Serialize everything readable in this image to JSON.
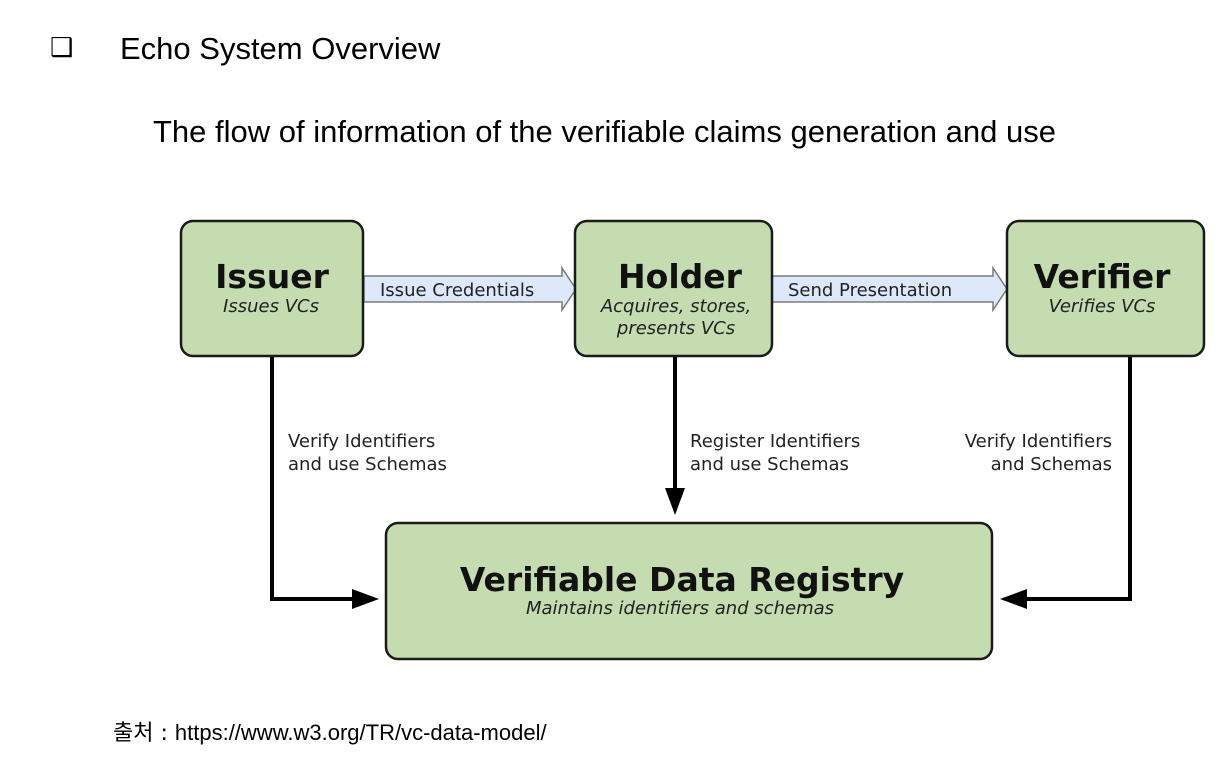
{
  "heading": {
    "bullet": "❑",
    "text": "Echo System Overview"
  },
  "subtitle": "The flow of information of the verifiable claims generation and use",
  "diagram": {
    "issuer": {
      "title": "Issuer",
      "subtitle": "Issues VCs"
    },
    "holder": {
      "title": "Holder",
      "subtitle_line1": "Acquires, stores,",
      "subtitle_line2": "presents VCs"
    },
    "verifier": {
      "title": "Verifier",
      "subtitle": "Verifies VCs"
    },
    "registry": {
      "title": "Verifiable Data Registry",
      "subtitle": "Maintains identifiers and schemas"
    },
    "issue_credentials": "Issue Credentials",
    "send_presentation": "Send Presentation",
    "issuer_registry_line1": "Verify Identifiers",
    "issuer_registry_line2": "and use Schemas",
    "holder_registry_line1": "Register Identifiers",
    "holder_registry_line2": "and use Schemas",
    "verifier_registry_line1": "Verify Identifiers",
    "verifier_registry_line2": "and Schemas",
    "colors": {
      "box_fill": "#c4dcb0",
      "box_stroke": "#1a1a1a",
      "arrow_fill": "#dde8fb",
      "arrow_stroke": "#7a7a7a",
      "line": "#000000"
    }
  },
  "source": {
    "prefix": "출처 : ",
    "url": "https://www.w3.org/TR/vc-data-model/"
  }
}
